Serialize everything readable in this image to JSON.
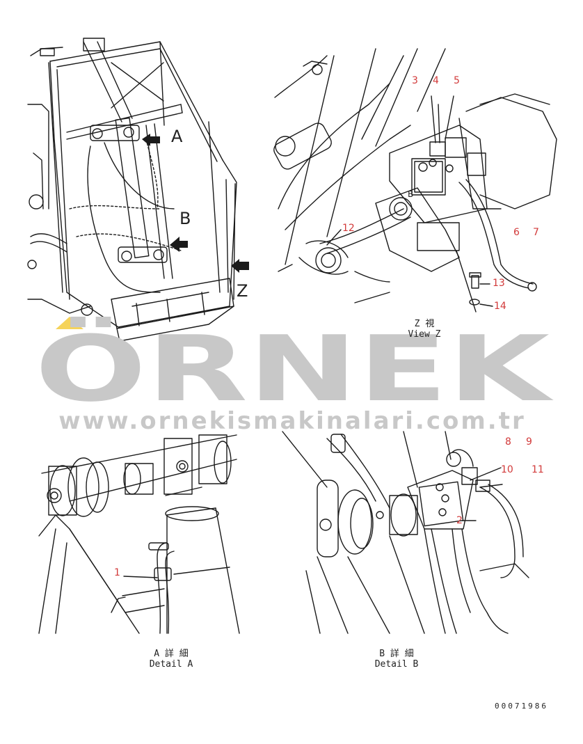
{
  "watermark": {
    "logo_text": "ÖRNEK",
    "url": "www.ornekismakinalari.com.tr",
    "color": "#c8c8c8",
    "accent_color": "#f5d35a"
  },
  "views": {
    "main": {
      "callouts": {
        "a": "A",
        "b": "B",
        "z": "Z"
      }
    },
    "view_z": {
      "caption_jp": "Z  視",
      "caption_en": "View Z",
      "labels": {
        "l3": "3",
        "l4": "4",
        "l5": "5",
        "l6": "6",
        "l7": "7",
        "l12": "12",
        "l13": "13",
        "l14": "14",
        "b_mark": "B"
      }
    },
    "detail_a": {
      "caption_jp": "A  詳  細",
      "caption_en": "Detail A",
      "labels": {
        "l1": "1"
      }
    },
    "detail_b": {
      "caption_jp": "B  詳  細",
      "caption_en": "Detail B",
      "labels": {
        "l2": "2",
        "l8": "8",
        "l9": "9",
        "l10": "10",
        "l11": "11"
      }
    }
  },
  "document_id": "00071986",
  "label_color": "#d23a3a"
}
